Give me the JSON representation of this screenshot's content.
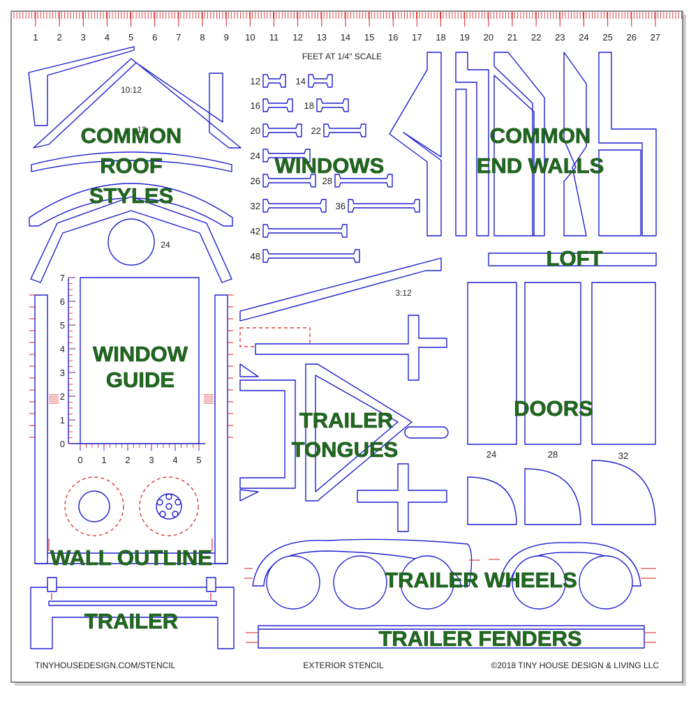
{
  "ruler": {
    "ticks": [
      "1",
      "2",
      "3",
      "4",
      "5",
      "6",
      "7",
      "8",
      "9",
      "10",
      "11",
      "12",
      "13",
      "14",
      "15",
      "16",
      "17",
      "18",
      "19",
      "20",
      "21",
      "22",
      "23",
      "24",
      "25",
      "26",
      "27"
    ]
  },
  "scale_label": "FEET AT 1/4\" SCALE",
  "roof": {
    "pitch_a": "10:12",
    "pitch_hidden": "12",
    "round_size": "24",
    "pitch_b": "3:12"
  },
  "windows": {
    "sizes": [
      "12",
      "14",
      "16",
      "18",
      "20",
      "22",
      "24",
      "26",
      "28",
      "32",
      "36",
      "42",
      "48"
    ]
  },
  "window_guide": {
    "y_ticks": [
      "7",
      "6",
      "5",
      "4",
      "3",
      "2",
      "1",
      "0"
    ],
    "x_ticks": [
      "0",
      "1",
      "2",
      "3",
      "4",
      "5"
    ]
  },
  "doors": {
    "sizes": [
      "24",
      "28",
      "32"
    ]
  },
  "labels": {
    "common_roof_1": "COMMON",
    "common_roof_2": "ROOF",
    "common_roof_3": "STYLES",
    "windows": "WINDOWS",
    "common_end_1": "COMMON",
    "common_end_2": "END WALLS",
    "loft": "LOFT",
    "window_guide_1": "WINDOW",
    "window_guide_2": "GUIDE",
    "trailer_tongues_1": "TRAILER",
    "trailer_tongues_2": "TONGUES",
    "doors": "DOORS",
    "wall_outline": "WALL OUTLINE",
    "trailer_wheels": "TRAILER WHEELS",
    "trailer": "TRAILER",
    "trailer_fenders": "TRAILER FENDERS"
  },
  "footer": {
    "left": "TINYHOUSEDESIGN.COM/STENCIL",
    "center": "EXTERIOR STENCIL",
    "right": "©2018 TINY HOUSE DESIGN & LIVING LLC"
  },
  "colors": {
    "outline": "#1f1fd0",
    "guide": "#d81b1b",
    "label": "#1f6a1f"
  }
}
